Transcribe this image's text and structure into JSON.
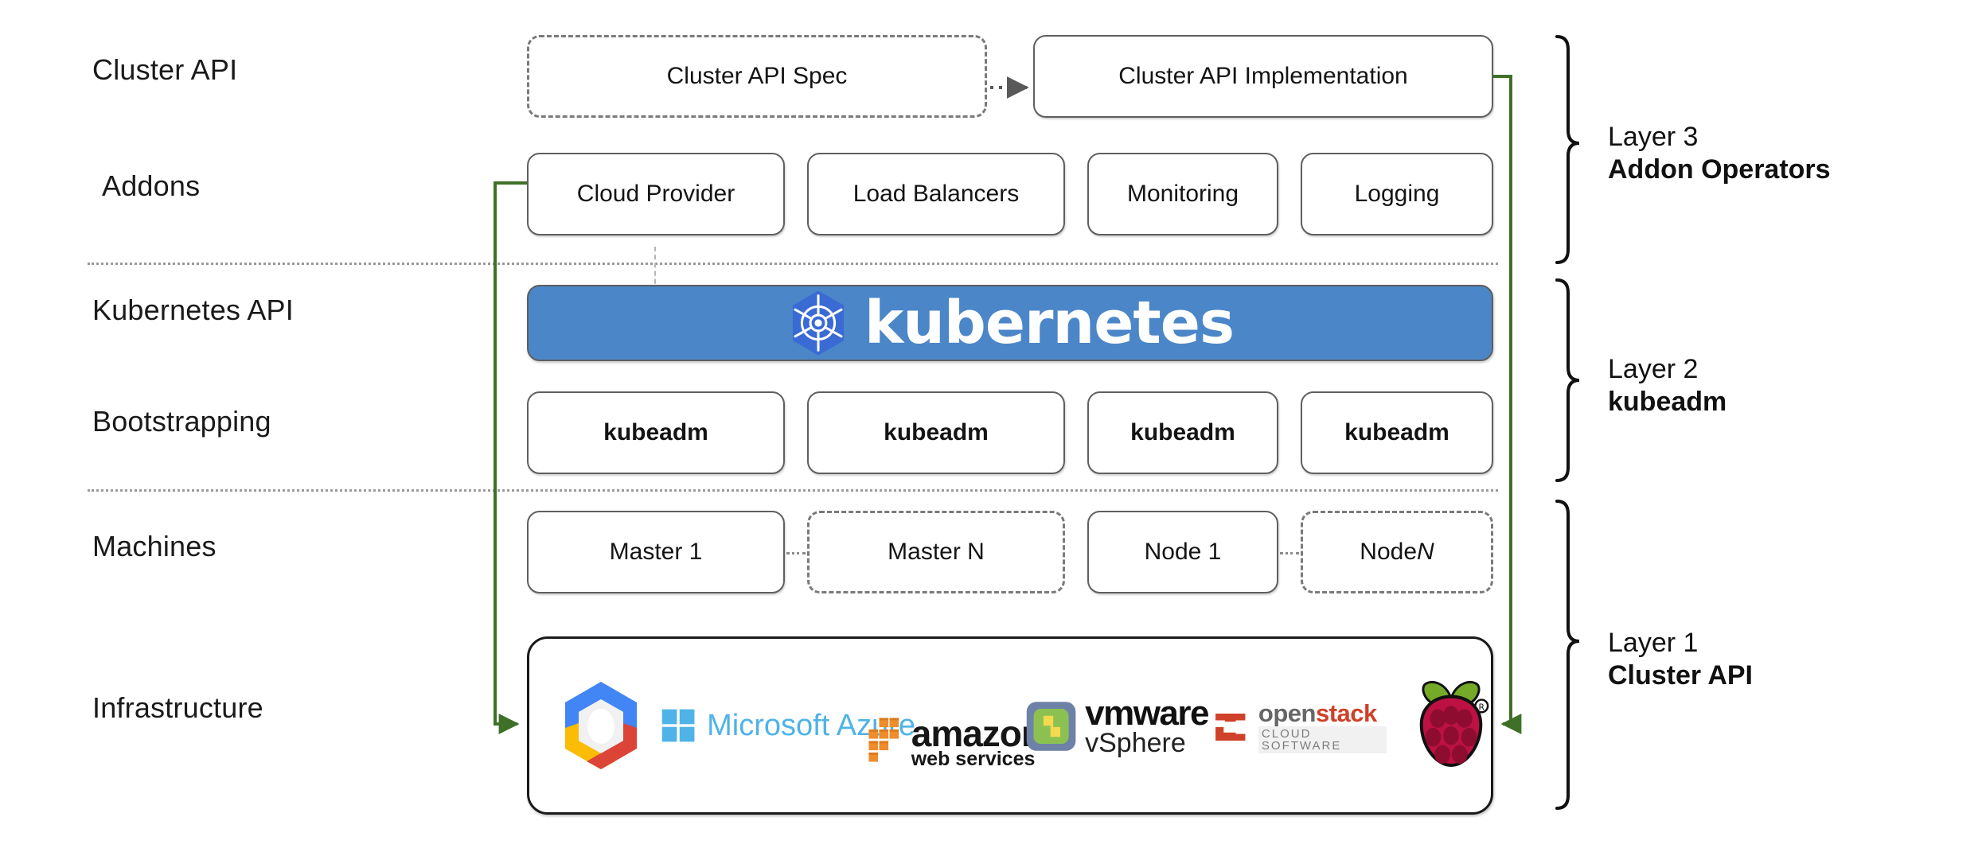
{
  "diagram": {
    "title": "Kubernetes Cluster API layered architecture",
    "accent_green": "#3e7127",
    "k8s_blue": "#4b86c8",
    "k8s_logo_blue": "#3a6ad4",
    "box_border": "#5f5f5f"
  },
  "row_labels": [
    {
      "id": "cluster-api",
      "text": "Cluster API"
    },
    {
      "id": "addons",
      "text": "Addons"
    },
    {
      "id": "kubernetes-api",
      "text": "Kubernetes API"
    },
    {
      "id": "bootstrapping",
      "text": "Bootstrapping"
    },
    {
      "id": "machines",
      "text": "Machines"
    },
    {
      "id": "infrastructure",
      "text": "Infrastructure"
    }
  ],
  "cluster_api_row": {
    "spec": {
      "label": "Cluster API Spec",
      "style": "dashed"
    },
    "implementation": {
      "label": "Cluster API Implementation",
      "style": "solid"
    },
    "connector": "dotted-arrow"
  },
  "addons_row": [
    {
      "label": "Cloud Provider"
    },
    {
      "label": "Load Balancers"
    },
    {
      "label": "Monitoring"
    },
    {
      "label": "Logging"
    }
  ],
  "kubernetes_banner": {
    "wordmark": "kubernetes",
    "logo_name": "kubernetes-helm-icon"
  },
  "bootstrapping_row": [
    {
      "label": "kubeadm"
    },
    {
      "label": "kubeadm"
    },
    {
      "label": "kubeadm"
    },
    {
      "label": "kubeadm"
    }
  ],
  "machines_row": [
    {
      "label": "Master 1",
      "style": "solid",
      "italic_tail": ""
    },
    {
      "label": "Master N",
      "style": "dashed",
      "italic_tail": ""
    },
    {
      "label": "Node 1",
      "style": "solid",
      "italic_tail": ""
    },
    {
      "label": "Node ",
      "style": "dashed",
      "italic_tail": "N"
    }
  ],
  "infrastructure_logos": [
    {
      "name": "google-cloud-platform-logo",
      "text": ""
    },
    {
      "name": "microsoft-azure-logo",
      "text": "Microsoft Azure"
    },
    {
      "name": "amazon-web-services-logo",
      "text": "amazon",
      "subtext": "web services"
    },
    {
      "name": "vmware-vsphere-logo",
      "text": "vmware",
      "subtext": "vSphere"
    },
    {
      "name": "openstack-logo",
      "text": "openstack",
      "subtext": "CLOUD SOFTWARE"
    },
    {
      "name": "raspberry-pi-logo",
      "text": ""
    }
  ],
  "layers": [
    {
      "id": "layer-3",
      "name": "Layer 3",
      "subject": "Addon Operators"
    },
    {
      "id": "layer-2",
      "name": "Layer 2",
      "subject": "kubeadm"
    },
    {
      "id": "layer-1",
      "name": "Layer 1",
      "subject": "Cluster API"
    }
  ]
}
